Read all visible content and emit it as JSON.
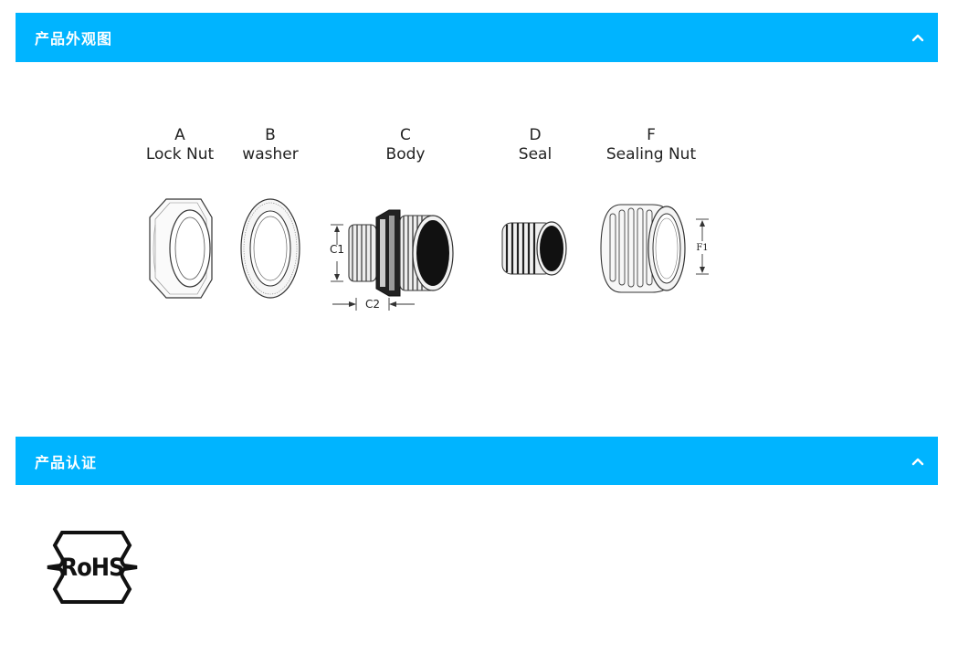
{
  "sections": [
    {
      "title": "产品外观图"
    },
    {
      "title": "产品认证"
    }
  ],
  "parts": [
    {
      "letter": "A",
      "name": "Lock Nut"
    },
    {
      "letter": "B",
      "name": "washer"
    },
    {
      "letter": "C",
      "name": "Body"
    },
    {
      "letter": "D",
      "name": "Seal"
    },
    {
      "letter": "F",
      "name": "Sealing Nut"
    }
  ],
  "dimensions": {
    "c1": "C1",
    "c2": "C2",
    "f1": "F1"
  },
  "certification": {
    "logo_text": "RoHS"
  },
  "colors": {
    "header_bg": "#00b4ff",
    "header_text": "#ffffff"
  }
}
